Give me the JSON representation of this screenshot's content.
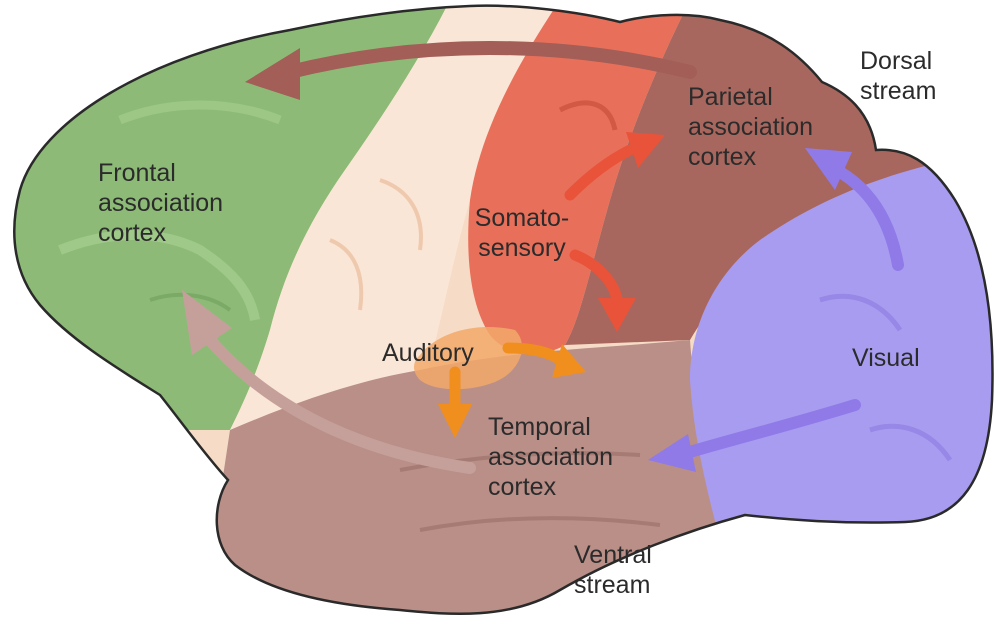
{
  "labels": {
    "frontal": "Frontal\nassociation\ncortex",
    "somatosensory": "Somato-\nsensory",
    "parietal": "Parietal\nassociation\ncortex",
    "auditory": "Auditory",
    "temporal": "Temporal\nassociation\ncortex",
    "visual": "Visual",
    "dorsal": "Dorsal\nstream",
    "ventral": "Ventral\nstream"
  },
  "colors": {
    "frontal_region": "#8dbb77",
    "motor_region": "#f6dcc6",
    "somatosensory_region": "#e8705a",
    "parietal_region": "#a8675e",
    "temporal_region": "#b98f88",
    "visual_region": "#a89cf0",
    "auditory_region": "#f2a96a",
    "dorsal_arrow": "#a25e57",
    "ventral_arrow": "#c5a09b",
    "somato_arrow": "#e8533a",
    "auditory_arrow": "#f08f1e",
    "visual_arrow": "#8f7ae8",
    "outline": "#2a2a2a"
  }
}
